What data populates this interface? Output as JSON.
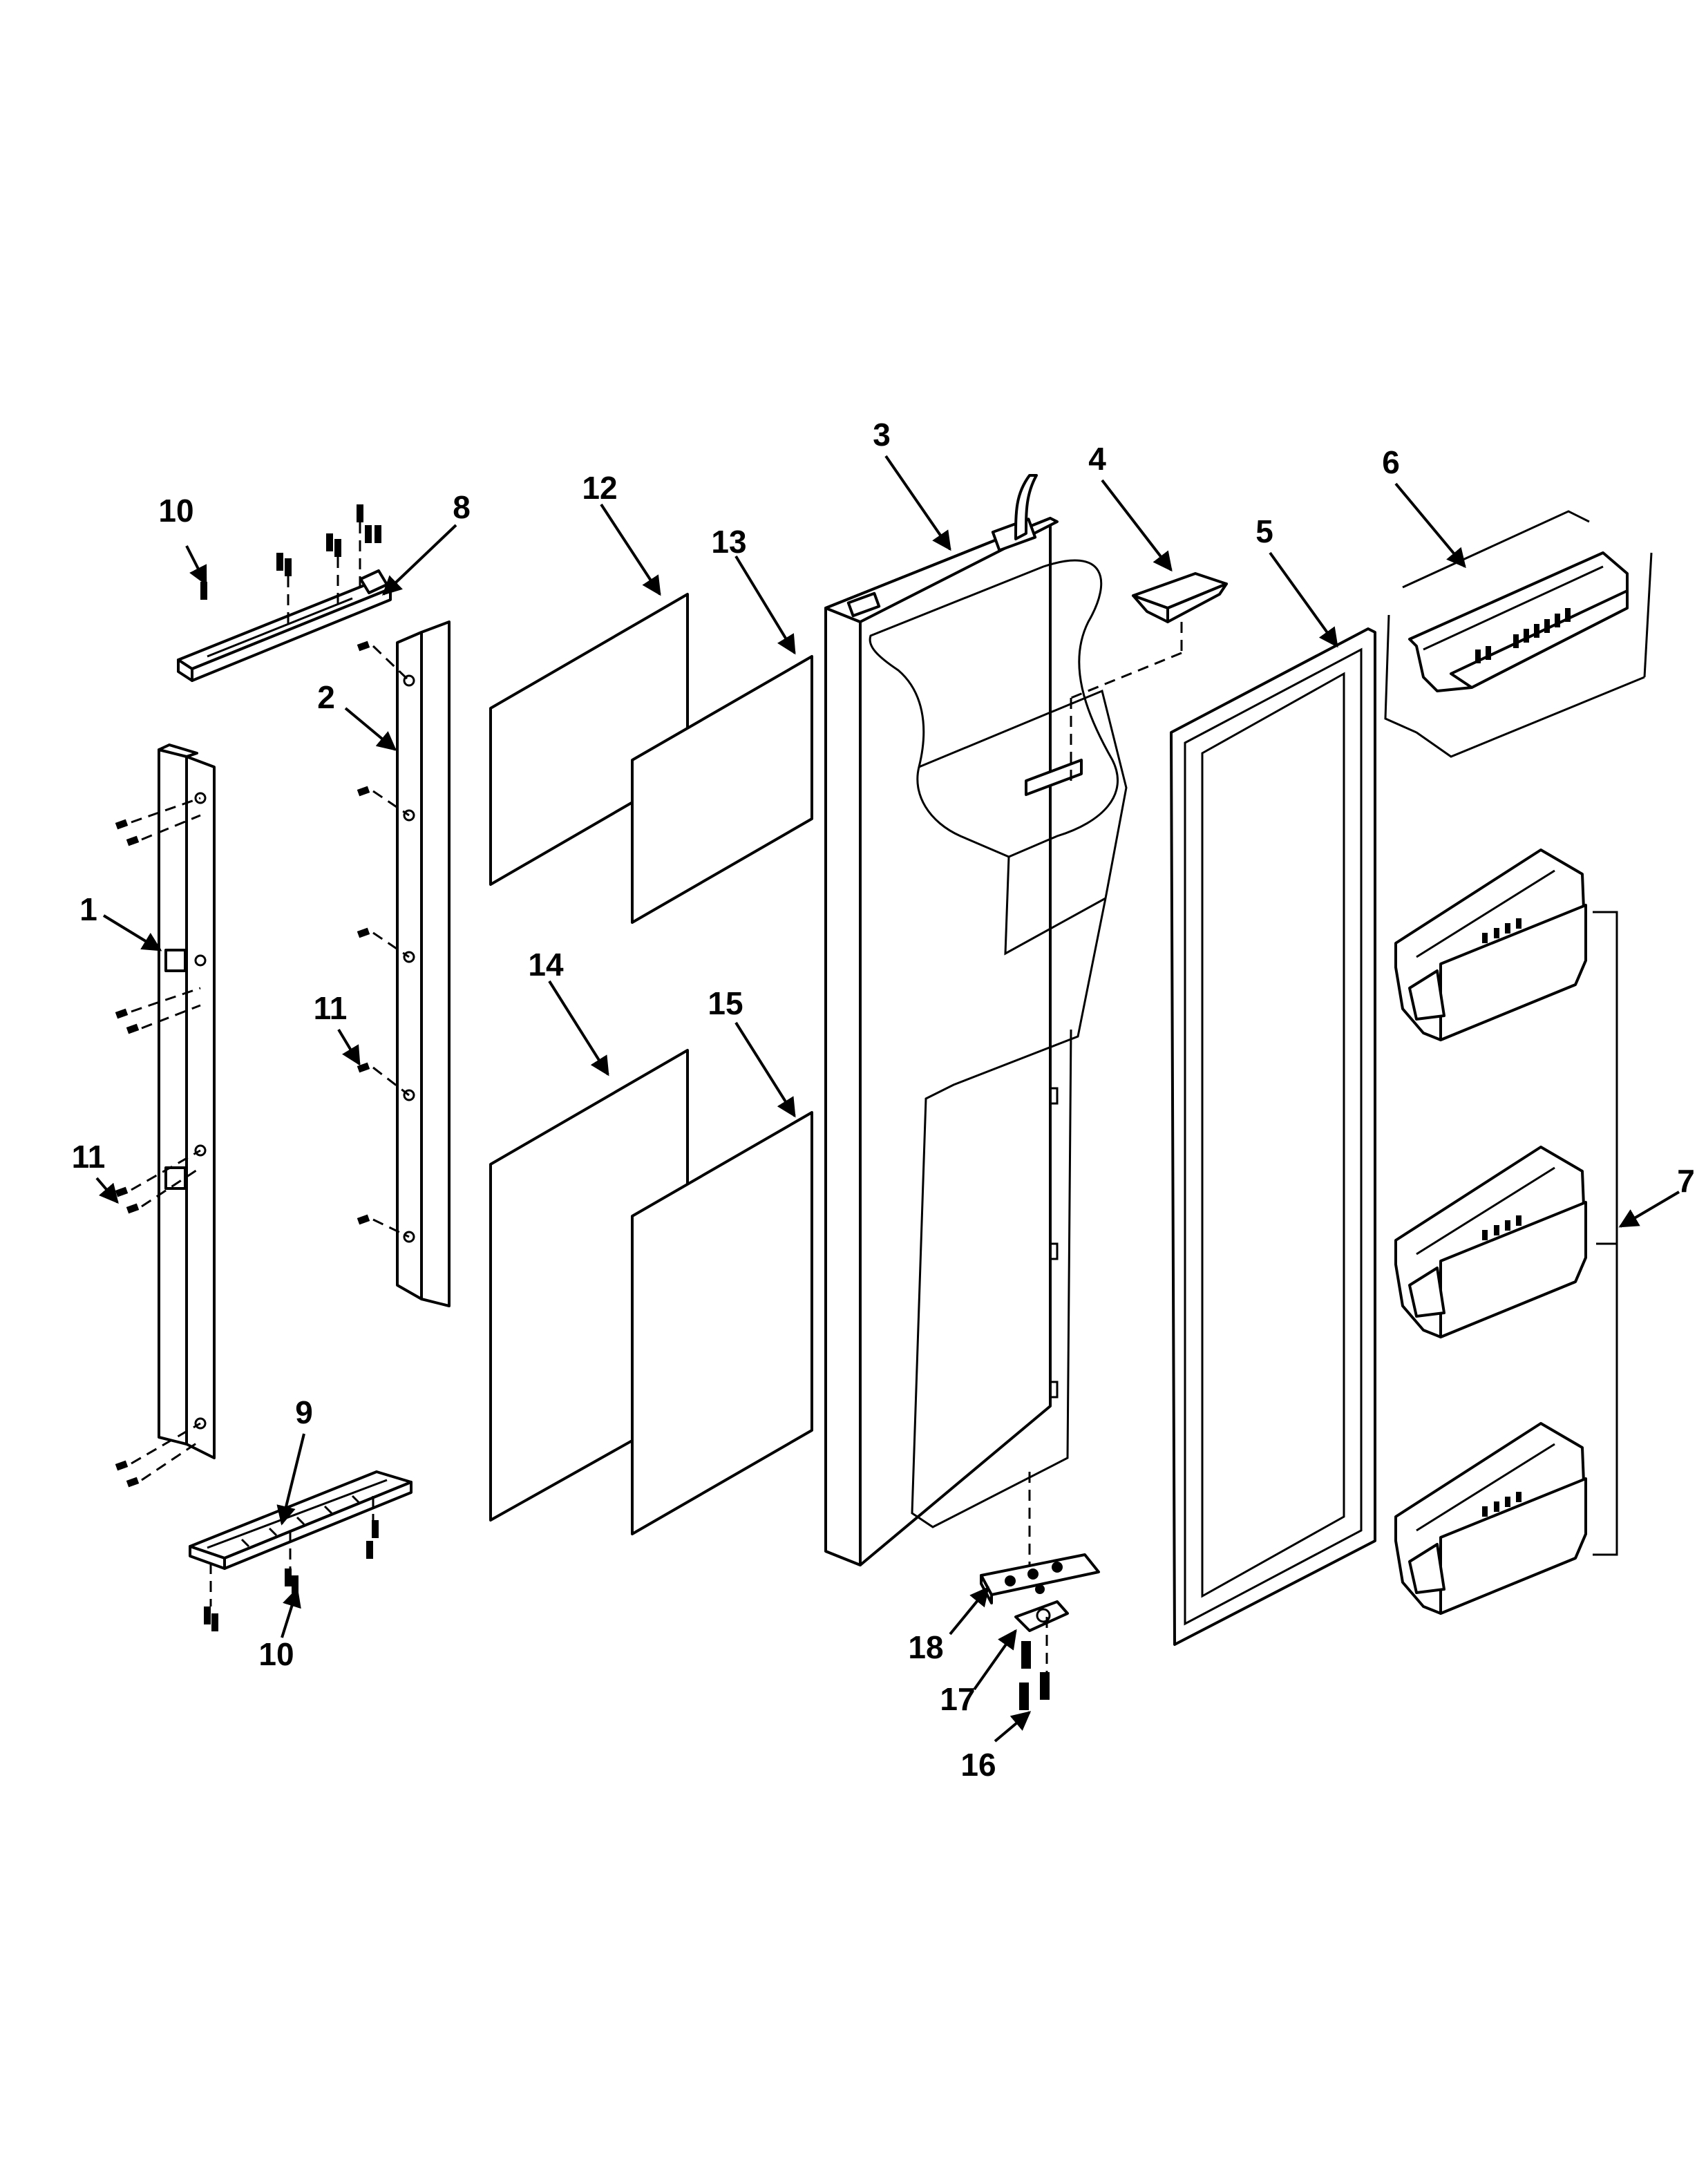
{
  "colors": {
    "line": "#000000",
    "background": "#ffffff"
  },
  "callouts": [
    {
      "id": "c1",
      "label": "1"
    },
    {
      "id": "c2",
      "label": "2"
    },
    {
      "id": "c3",
      "label": "3"
    },
    {
      "id": "c4",
      "label": "4"
    },
    {
      "id": "c5",
      "label": "5"
    },
    {
      "id": "c6",
      "label": "6"
    },
    {
      "id": "c7",
      "label": "7"
    },
    {
      "id": "c8",
      "label": "8"
    },
    {
      "id": "c9",
      "label": "9"
    },
    {
      "id": "c10a",
      "label": "10"
    },
    {
      "id": "c10b",
      "label": "10"
    },
    {
      "id": "c11a",
      "label": "11"
    },
    {
      "id": "c11b",
      "label": "11"
    },
    {
      "id": "c12",
      "label": "12"
    },
    {
      "id": "c13",
      "label": "13"
    },
    {
      "id": "c14",
      "label": "14"
    },
    {
      "id": "c15",
      "label": "15"
    },
    {
      "id": "c16",
      "label": "16"
    },
    {
      "id": "c17",
      "label": "17"
    },
    {
      "id": "c18",
      "label": "18"
    }
  ]
}
